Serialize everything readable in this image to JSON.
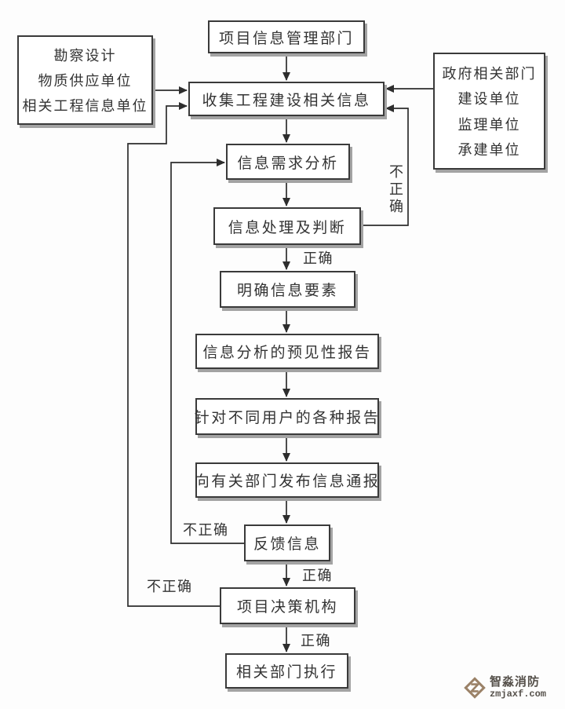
{
  "colors": {
    "box_border": "#3a3a3a",
    "box_fill": "#ffffff",
    "box_shadow": "#a3a3a3",
    "line": "#2d2d2d",
    "text": "#333333",
    "brand_icon": "#9b8268",
    "brand_text": "#55504a",
    "background": "#fdfdfd"
  },
  "diagram": {
    "nodes": {
      "info_management_dept": "项目信息管理部门",
      "left_sources": [
        "勘察设计",
        "物质供应单位",
        "相关工程信息单位"
      ],
      "right_sources": [
        "政府相关部门",
        "建设单位",
        "监理单位",
        "承建单位"
      ],
      "collect_info": "收集工程建设相关信息",
      "demand_analysis": "信息需求分析",
      "process_judge": "信息处理及判断",
      "clarify_elements": "明确信息要素",
      "predictive_report": "信息分析的预见性报告",
      "user_reports": "针对不同用户的各种报告",
      "publish_notice": "向有关部门发布信息通报",
      "feedback": "反馈信息",
      "decision_body": "项目决策机构",
      "execute": "相关部门执行"
    },
    "edge_labels": {
      "correct": "正确",
      "incorrect": "不正确"
    }
  },
  "watermark": {
    "brand": "智淼消防",
    "url": "zmjaxf.com"
  }
}
